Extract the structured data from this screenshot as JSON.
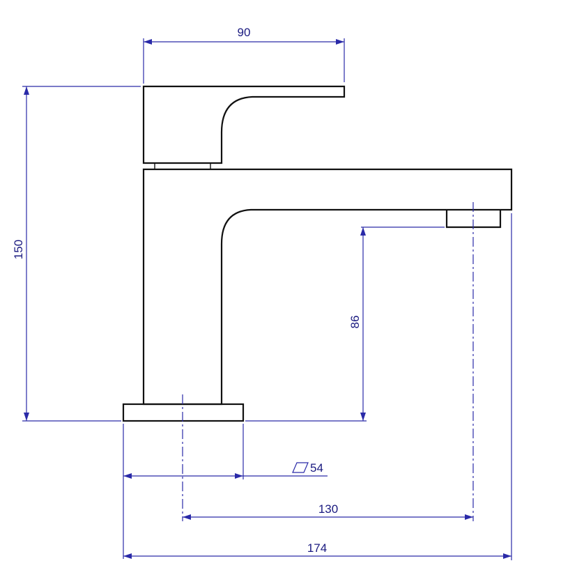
{
  "dimensions": {
    "handle_width": "90",
    "total_height": "150",
    "spout_height": "86",
    "base_size": "54",
    "spout_reach": "130",
    "total_depth": "174"
  },
  "colors": {
    "outline": "#111111",
    "dimension_lines": "#2a2aa8",
    "dimension_text": "#1a1a80",
    "background": "#ffffff"
  }
}
